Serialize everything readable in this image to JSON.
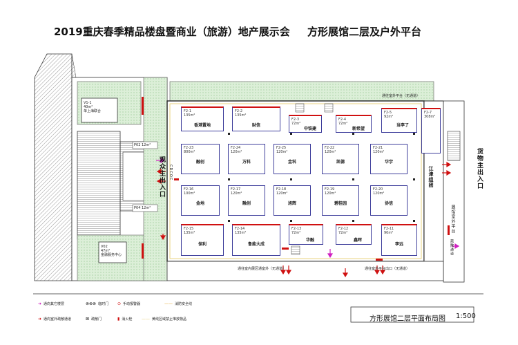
{
  "header": {
    "title": "2019重庆春季精品楼盘暨商业（旅游）地产展示会",
    "subtitle": "方形展馆二层及户外平台"
  },
  "entrances": {
    "main_left": "观众主出入口",
    "main_left_code": "CDCOC",
    "cargo_right": "货物主出入口"
  },
  "side_rooms": {
    "v1_id": "V1-1",
    "v1_area": "40m²",
    "v1_name": "单上海联合",
    "v2_id": "V02",
    "v2_area": "47m²",
    "v2_name": "金融服务中心",
    "p02_label": "P02",
    "p02_area": "12m²",
    "p04_label": "P04",
    "p04_area": "12m²"
  },
  "corridor_labels": {
    "top_corridor": "通往室外平台（无通道）",
    "bottom_corridor_left": "通往室内展区通室外（无通道）",
    "bottom_corridor_right": "通往室外平台出口（无通道）",
    "right_band": "江津组团",
    "right_outside": "展馆室外平台",
    "right_exit": "疏散通道"
  },
  "booths": [
    {
      "id": "F2-1",
      "area": "135m²",
      "name": "香港置地"
    },
    {
      "id": "F2-2",
      "area": "135m²",
      "name": "财信"
    },
    {
      "id": "F2-3",
      "area": "72m²",
      "name": "中铁建"
    },
    {
      "id": "F2-4",
      "area": "72m²",
      "name": "新希望"
    },
    {
      "id": "F2-5",
      "area": "92m²",
      "name": "当李了"
    },
    {
      "id": "F2-7",
      "area": "308m²",
      "name": ""
    },
    {
      "id": "F2-23",
      "area": "800m²",
      "name": "融创"
    },
    {
      "id": "F2-24",
      "area": "120m²",
      "name": "万科"
    },
    {
      "id": "F2-25",
      "area": "120m²",
      "name": "金科"
    },
    {
      "id": "F2-22",
      "area": "120m²",
      "name": "凯德"
    },
    {
      "id": "F2-21",
      "area": "120m²",
      "name": "华宇"
    },
    {
      "id": "F2-16",
      "area": "100m²",
      "name": "金地"
    },
    {
      "id": "F2-17",
      "area": "120m²",
      "name": "融创"
    },
    {
      "id": "F2-18",
      "area": "120m²",
      "name": "旭辉"
    },
    {
      "id": "F2-19",
      "area": "120m²",
      "name": "碧桂园"
    },
    {
      "id": "F2-20",
      "area": "120m²",
      "name": "协信"
    },
    {
      "id": "F2-15",
      "area": "135m²",
      "name": "保利"
    },
    {
      "id": "F2-14",
      "area": "135m²",
      "name": "鲁能大成"
    },
    {
      "id": "F2-13",
      "area": "72m²",
      "name": "华融"
    },
    {
      "id": "F2-12",
      "area": "72m²",
      "name": "鑫晖"
    },
    {
      "id": "F2-11",
      "area": "90m²",
      "name": "李远"
    }
  ],
  "legend": {
    "items": [
      "通向其它楼层",
      "临时门",
      "手动报警器",
      "消防安全线",
      "通向室外疏散通道",
      "疏散门",
      "消火栓",
      "黄线区域禁止堆放物品"
    ]
  },
  "footer": {
    "plan_title": "方形展馆二层平面布局图",
    "scale": "1:500"
  },
  "colors": {
    "booth_border": "#3c3c9a",
    "accent_red": "#d01010",
    "grass": "#d9ecd4",
    "hatch": "#b8b8b8",
    "legend_magenta": "#d020c0"
  }
}
